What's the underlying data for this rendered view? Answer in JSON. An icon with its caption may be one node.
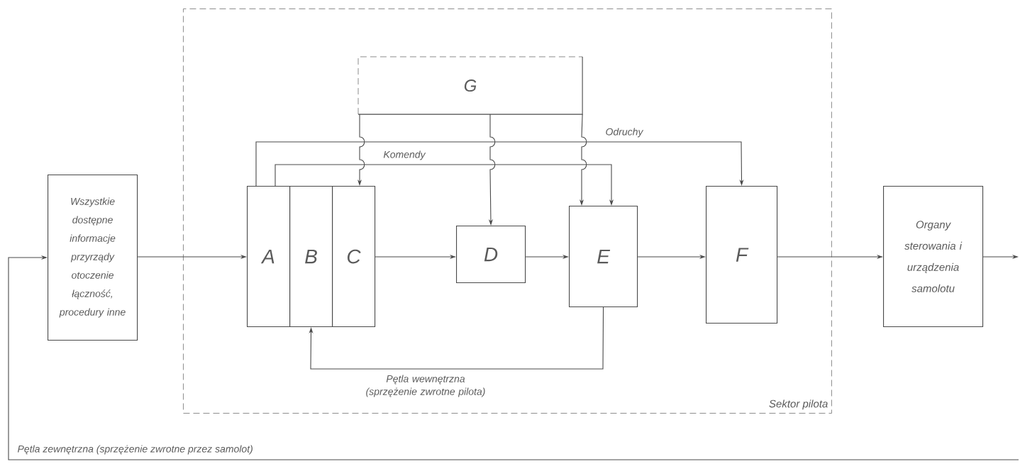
{
  "diagram": {
    "nodes": [
      {
        "text": [
          "Sektor pilota"
        ]
      },
      {
        "text": [
          "Wszystkie dostępne informacje przyrządy otoczenie łączność, procedury inne"
        ]
      },
      {
        "text": [
          "A"
        ],
        "in": 0
      },
      {
        "text": [
          "B"
        ],
        "in": 0
      },
      {
        "text": [
          "C"
        ],
        "in": 0
      },
      {
        "text": [
          "G"
        ],
        "in": 0
      },
      {
        "text": [
          "D"
        ],
        "in": 0
      },
      {
        "text": [
          "E"
        ],
        "in": 0
      },
      {
        "text": [
          "F"
        ],
        "in": 0
      },
      {
        "text": [
          "Organy sterowania i urządzenia samolotu"
        ]
      }
    ],
    "edges": [
      {
        "from": 1,
        "to": 2,
        "arrow": "to"
      },
      {
        "from": 4,
        "to": 6,
        "arrow": "to"
      },
      {
        "from": 6,
        "to": 7,
        "arrow": "to"
      },
      {
        "from": 7,
        "to": 8,
        "arrow": "to"
      },
      {
        "from": 8,
        "to": 9,
        "arrow": "to"
      },
      {
        "from": 9,
        "to": null,
        "arrow": "to"
      },
      {
        "from": null,
        "to": 1,
        "arrow": "to",
        "label": "Pętla zewnętrzna (sprzężenie zwrotne przez samolot)"
      },
      {
        "from": 2,
        "to": 8,
        "arrow": "to",
        "label": "Odruchy"
      },
      {
        "from": 2,
        "to": 7,
        "arrow": "to",
        "label": "Komendy"
      },
      {
        "from": 7,
        "to": 3,
        "arrow": "to",
        "label": "Pętla wewnętrzna (sprzężenie zwrotne pilota)"
      },
      {
        "from": 5,
        "to": 4,
        "arrow": "to"
      },
      {
        "from": 5,
        "to": 6,
        "arrow": "to"
      },
      {
        "from": 5,
        "to": 7,
        "arrow": "to"
      }
    ]
  }
}
